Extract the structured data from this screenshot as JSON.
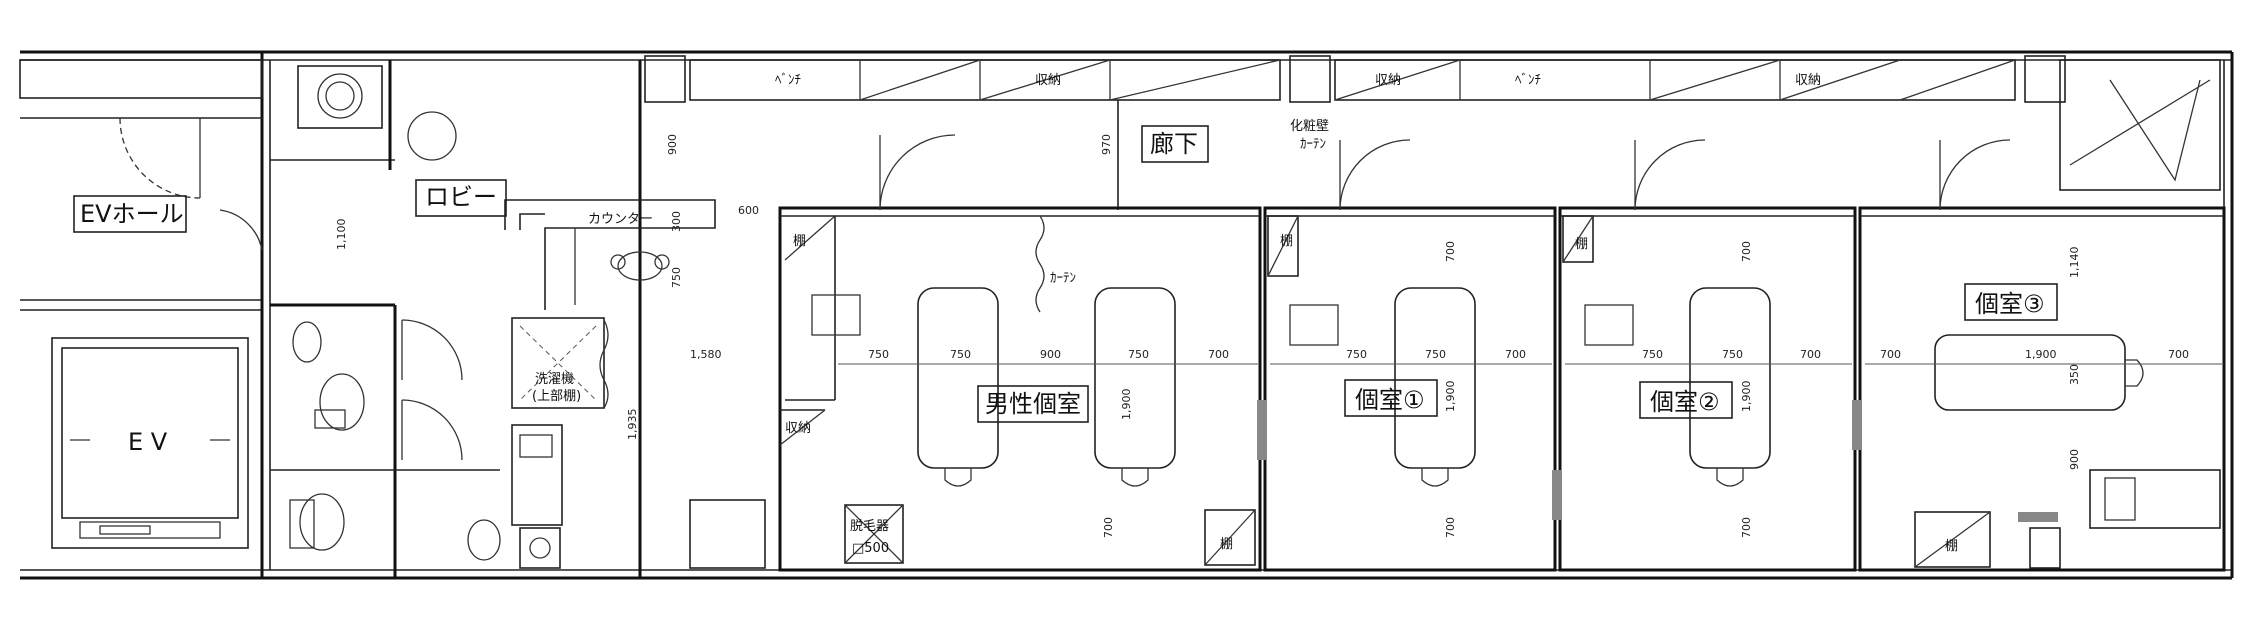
{
  "rooms": {
    "ev_hall": "EVホール",
    "ev": "E V",
    "lobby": "ロビー",
    "corridor": "廊下",
    "men_private": "男性個室",
    "private1": "個室①",
    "private2": "個室②",
    "private3": "個室③"
  },
  "fixtures": {
    "bench": "ﾍﾞﾝﾁ",
    "storage": "収納",
    "counter": "カウンター",
    "washer_line1": "洗濯機",
    "washer_line2": "(上部棚)",
    "shelf": "棚",
    "curtain": "ｶｰﾃﾝ",
    "decor_wall": "化粧壁",
    "curtain_wall": "ｶｰﾃﾝ",
    "hair_removal_line1": "脱毛器",
    "hair_removal_line2": "□500"
  },
  "dimensions": {
    "d1100": "1,100",
    "d900a": "900",
    "d970": "970",
    "d600": "600",
    "d300": "300",
    "d750v": "750",
    "d1580": "1,580",
    "d1935": "1,935",
    "d1140": "1,140",
    "d1900": "1,900",
    "d900": "900",
    "d750": "750",
    "d700": "700",
    "d350": "350"
  }
}
